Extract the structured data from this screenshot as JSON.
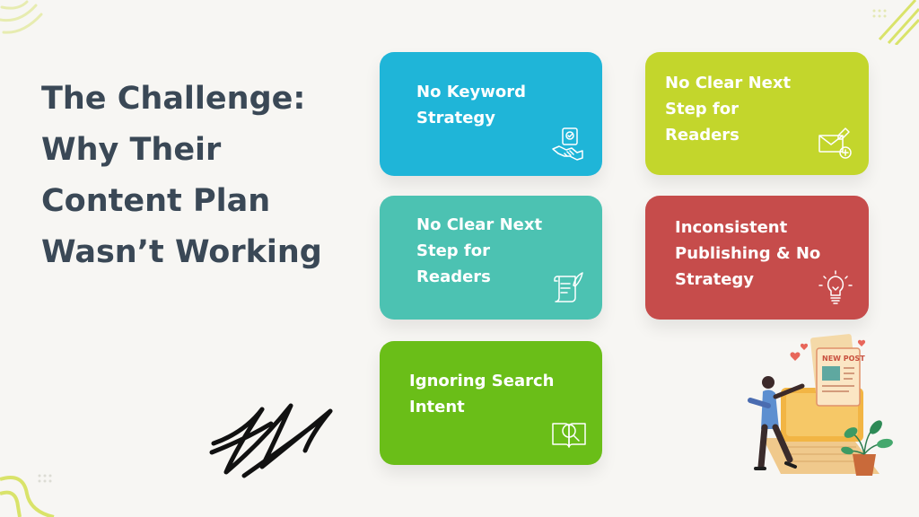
{
  "title": {
    "lines": [
      "The Challenge:",
      "Why Their",
      "Content Plan",
      "Wasn’t Working"
    ]
  },
  "cards": [
    {
      "label": "No Keyword\nStrategy",
      "color": "#1fb5d8",
      "icon": "handshake-certificate-icon"
    },
    {
      "label": "No Clear Next\nStep for\nReaders",
      "color": "#c3d62c",
      "icon": "envelope-plus-icon"
    },
    {
      "label": "No Clear Next\nStep for\nReaders",
      "color": "#4cc2b2",
      "icon": "scroll-quill-icon"
    },
    {
      "label": " Inconsistent\nPublishing & No\nStrategy",
      "color": "#c64c4b",
      "icon": "lightbulb-icon"
    },
    {
      "label": "Ignoring Search\nIntent",
      "color": "#6abe18",
      "icon": "book-magnifier-icon"
    }
  ],
  "illustration": {
    "sign_text": "NEW POST"
  },
  "colors": {
    "background": "#f7f6f3",
    "title": "#3a4856",
    "accent_yellow": "#d9e36a"
  }
}
